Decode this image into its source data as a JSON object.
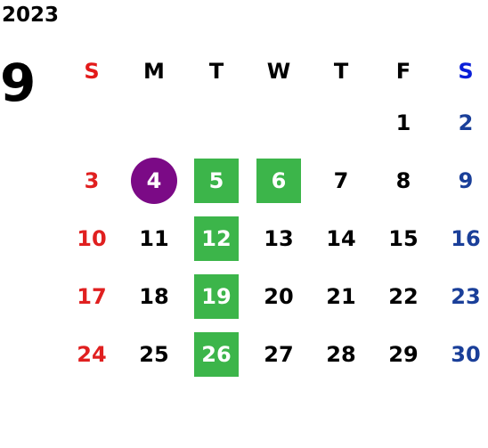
{
  "year": "2023",
  "month": "9",
  "weekdays": [
    "S",
    "M",
    "T",
    "W",
    "T",
    "F",
    "S"
  ],
  "colors": {
    "sunday": "#e02020",
    "saturday": "#1a3f99",
    "weekday": "#000000",
    "highlight_green": "#3cb54a",
    "highlight_purple": "#7b0a86"
  },
  "weeks": [
    [
      {
        "day": ""
      },
      {
        "day": ""
      },
      {
        "day": ""
      },
      {
        "day": ""
      },
      {
        "day": ""
      },
      {
        "day": "1"
      },
      {
        "day": "2"
      }
    ],
    [
      {
        "day": "3"
      },
      {
        "day": "4",
        "mark": "purple"
      },
      {
        "day": "5",
        "mark": "green"
      },
      {
        "day": "6",
        "mark": "green"
      },
      {
        "day": "7"
      },
      {
        "day": "8"
      },
      {
        "day": "9"
      }
    ],
    [
      {
        "day": "10"
      },
      {
        "day": "11"
      },
      {
        "day": "12",
        "mark": "green"
      },
      {
        "day": "13"
      },
      {
        "day": "14"
      },
      {
        "day": "15"
      },
      {
        "day": "16"
      }
    ],
    [
      {
        "day": "17"
      },
      {
        "day": "18"
      },
      {
        "day": "19",
        "mark": "green"
      },
      {
        "day": "20"
      },
      {
        "day": "21"
      },
      {
        "day": "22"
      },
      {
        "day": "23"
      }
    ],
    [
      {
        "day": "24"
      },
      {
        "day": "25"
      },
      {
        "day": "26",
        "mark": "green"
      },
      {
        "day": "27"
      },
      {
        "day": "28"
      },
      {
        "day": "29"
      },
      {
        "day": "30"
      }
    ]
  ]
}
